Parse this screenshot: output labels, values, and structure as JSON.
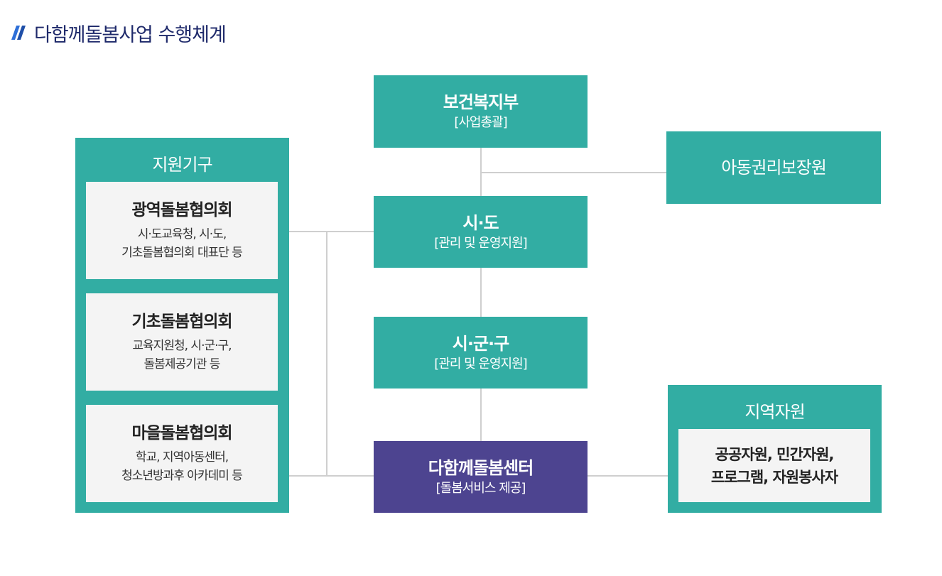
{
  "title": "다함께돌봄사업 수행체계",
  "colors": {
    "teal": "#32ada3",
    "purple": "#4d4490",
    "title": "#1f2a6b",
    "line": "#cfcfcf",
    "inner_bg": "#f4f4f4"
  },
  "nodes": {
    "ministry": {
      "label": "보건복지부",
      "sub": "[사업총괄]"
    },
    "child_rights": {
      "label": "아동권리보장원"
    },
    "province": {
      "label": "시·도",
      "sub": "[관리 및 운영지원]"
    },
    "city": {
      "label": "시·군·구",
      "sub": "[관리 및 운영지원]"
    },
    "center": {
      "label": "다함께돌봄센터",
      "sub": "[돌봄서비스 제공]"
    }
  },
  "support": {
    "heading": "지원기구",
    "items": [
      {
        "title": "광역돌봄협의회",
        "desc1": "시·도교육청, 시·도,",
        "desc2": "기초돌봄협의회 대표단 등"
      },
      {
        "title": "기초돌봄협의회",
        "desc1": "교육지원청, 시·군·구,",
        "desc2": "돌봄제공기관 등"
      },
      {
        "title": "마을돌봄협의회",
        "desc1": "학교, 지역아동센터,",
        "desc2": "청소년방과후 아카데미 등"
      }
    ]
  },
  "region": {
    "heading": "지역자원",
    "line1": "공공자원, 민간자원,",
    "line2": "프로그램, 자원봉사자"
  }
}
